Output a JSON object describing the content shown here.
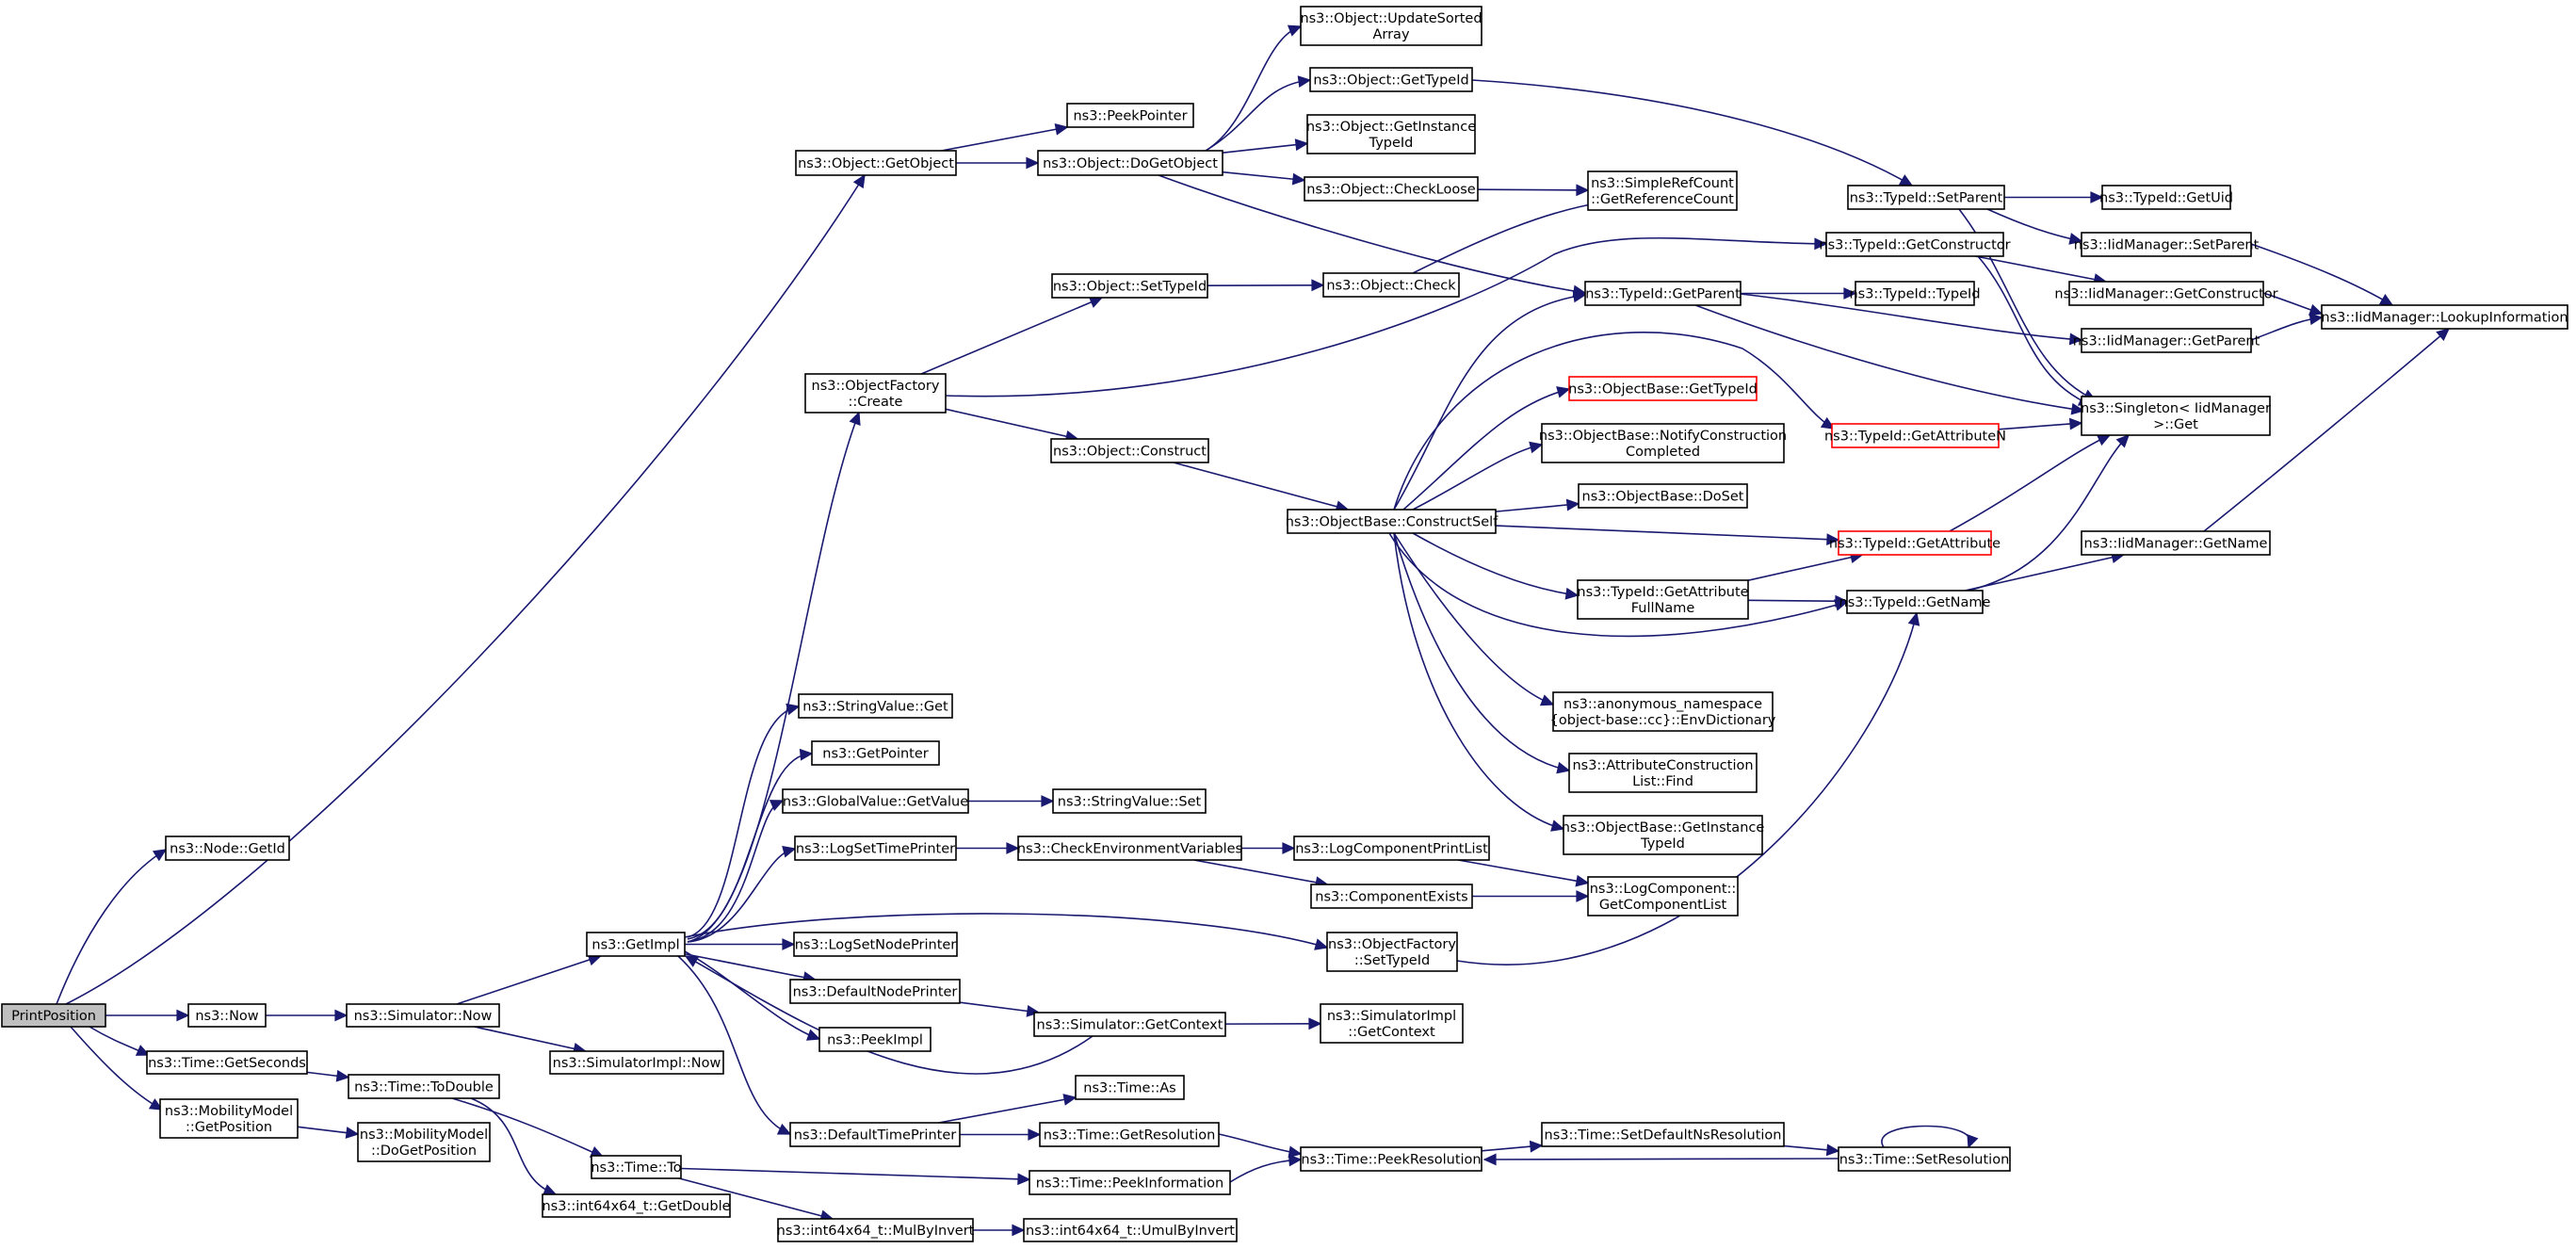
{
  "colors": {
    "edge": "#191970",
    "box_border": "#000000",
    "highlight_border": "#ff0000",
    "root_fill": "#bfbfbf"
  },
  "nodes": [
    {
      "id": "print_position",
      "lines": [
        "PrintPosition"
      ],
      "root": true
    },
    {
      "id": "node_getid",
      "lines": [
        "ns3::Node::GetId"
      ]
    },
    {
      "id": "now",
      "lines": [
        "ns3::Now"
      ]
    },
    {
      "id": "time_getseconds",
      "lines": [
        "ns3::Time::GetSeconds"
      ]
    },
    {
      "id": "mm_getposition",
      "lines": [
        "ns3::MobilityModel",
        "::GetPosition"
      ]
    },
    {
      "id": "simulator_now",
      "lines": [
        "ns3::Simulator::Now"
      ]
    },
    {
      "id": "time_todouble",
      "lines": [
        "ns3::Time::ToDouble"
      ]
    },
    {
      "id": "mm_dogetposition",
      "lines": [
        "ns3::MobilityModel",
        "::DoGetPosition"
      ]
    },
    {
      "id": "getimpl",
      "lines": [
        "ns3::GetImpl"
      ]
    },
    {
      "id": "simimpl_now",
      "lines": [
        "ns3::SimulatorImpl::Now"
      ]
    },
    {
      "id": "time_to",
      "lines": [
        "ns3::Time::To"
      ]
    },
    {
      "id": "int64_getdouble",
      "lines": [
        "ns3::int64x64_t::GetDouble"
      ]
    },
    {
      "id": "object_getobject",
      "lines": [
        "ns3::Object::GetObject"
      ]
    },
    {
      "id": "objectfactory_create",
      "lines": [
        "ns3::ObjectFactory",
        "::Create"
      ]
    },
    {
      "id": "stringvalue_get",
      "lines": [
        "ns3::StringValue::Get"
      ]
    },
    {
      "id": "getpointer",
      "lines": [
        "ns3::GetPointer"
      ]
    },
    {
      "id": "globalvalue_getvalue",
      "lines": [
        "ns3::GlobalValue::GetValue"
      ]
    },
    {
      "id": "logsettimeprinter",
      "lines": [
        "ns3::LogSetTimePrinter"
      ]
    },
    {
      "id": "logsetnodeprinter",
      "lines": [
        "ns3::LogSetNodePrinter"
      ]
    },
    {
      "id": "defaultnodeprinter",
      "lines": [
        "ns3::DefaultNodePrinter"
      ]
    },
    {
      "id": "peekimpl",
      "lines": [
        "ns3::PeekImpl"
      ]
    },
    {
      "id": "defaulttimeprinter",
      "lines": [
        "ns3::DefaultTimePrinter"
      ]
    },
    {
      "id": "int64_mulbyinvert",
      "lines": [
        "ns3::int64x64_t::MulByInvert"
      ]
    },
    {
      "id": "peekpointer",
      "lines": [
        "ns3::PeekPointer"
      ]
    },
    {
      "id": "object_dogetobject",
      "lines": [
        "ns3::Object::DoGetObject"
      ]
    },
    {
      "id": "object_settypeid",
      "lines": [
        "ns3::Object::SetTypeId"
      ]
    },
    {
      "id": "object_construct",
      "lines": [
        "ns3::Object::Construct"
      ]
    },
    {
      "id": "stringvalue_set",
      "lines": [
        "ns3::StringValue::Set"
      ]
    },
    {
      "id": "checkenvvars",
      "lines": [
        "ns3::CheckEnvironmentVariables"
      ]
    },
    {
      "id": "simulator_getcontext",
      "lines": [
        "ns3::Simulator::GetContext"
      ]
    },
    {
      "id": "time_as",
      "lines": [
        "ns3::Time::As"
      ]
    },
    {
      "id": "time_getresolution",
      "lines": [
        "ns3::Time::GetResolution"
      ]
    },
    {
      "id": "time_peekinformation",
      "lines": [
        "ns3::Time::PeekInformation"
      ]
    },
    {
      "id": "int64_umulbyinvert",
      "lines": [
        "ns3::int64x64_t::UmulByInvert"
      ]
    },
    {
      "id": "object_updatesortedarray",
      "lines": [
        "ns3::Object::UpdateSorted",
        "Array"
      ]
    },
    {
      "id": "object_gettypeid",
      "lines": [
        "ns3::Object::GetTypeId"
      ]
    },
    {
      "id": "object_getinstancetypeid",
      "lines": [
        "ns3::Object::GetInstance",
        "TypeId"
      ]
    },
    {
      "id": "object_checkloose",
      "lines": [
        "ns3::Object::CheckLoose"
      ]
    },
    {
      "id": "object_check",
      "lines": [
        "ns3::Object::Check"
      ]
    },
    {
      "id": "objectbase_constructself",
      "lines": [
        "ns3::ObjectBase::ConstructSelf"
      ]
    },
    {
      "id": "logcomponentprintlist",
      "lines": [
        "ns3::LogComponentPrintList"
      ]
    },
    {
      "id": "componentexists",
      "lines": [
        "ns3::ComponentExists"
      ]
    },
    {
      "id": "objectfactory_settypeid",
      "lines": [
        "ns3::ObjectFactory",
        "::SetTypeId"
      ]
    },
    {
      "id": "simulatorimpl_getcontext",
      "lines": [
        "ns3::SimulatorImpl",
        "::GetContext"
      ]
    },
    {
      "id": "time_peekresolution",
      "lines": [
        "ns3::Time::PeekResolution"
      ]
    },
    {
      "id": "simplerefcount_getrefcount",
      "lines": [
        "ns3::SimpleRefCount",
        "::GetReferenceCount"
      ]
    },
    {
      "id": "typeid_getparent",
      "lines": [
        "ns3::TypeId::GetParent"
      ]
    },
    {
      "id": "objectbase_gettypeid",
      "lines": [
        "ns3::ObjectBase::GetTypeId"
      ],
      "red": true
    },
    {
      "id": "objectbase_notifyconstructioncompleted",
      "lines": [
        "ns3::ObjectBase::NotifyConstruction",
        "Completed"
      ]
    },
    {
      "id": "objectbase_doset",
      "lines": [
        "ns3::ObjectBase::DoSet"
      ]
    },
    {
      "id": "typeid_getattributefullname",
      "lines": [
        "ns3::TypeId::GetAttribute",
        "FullName"
      ]
    },
    {
      "id": "anon_envdictionary",
      "lines": [
        "ns3::anonymous_namespace",
        "{object-base::cc}::EnvDictionary"
      ]
    },
    {
      "id": "attributeconstructionlist_find",
      "lines": [
        "ns3::AttributeConstruction",
        "List::Find"
      ]
    },
    {
      "id": "objectbase_getinstancetypeid",
      "lines": [
        "ns3::ObjectBase::GetInstance",
        "TypeId"
      ]
    },
    {
      "id": "logcomponent_getcomponentlist",
      "lines": [
        "ns3::LogComponent::",
        "GetComponentList"
      ]
    },
    {
      "id": "time_setdefaultnsresolution",
      "lines": [
        "ns3::Time::SetDefaultNsResolution"
      ]
    },
    {
      "id": "typeid_getconstructor",
      "lines": [
        "ns3::TypeId::GetConstructor"
      ]
    },
    {
      "id": "typeid_typeid",
      "lines": [
        "ns3::TypeId::TypeId"
      ]
    },
    {
      "id": "typeid_getattributen",
      "lines": [
        "ns3::TypeId::GetAttributeN"
      ],
      "red": true
    },
    {
      "id": "typeid_getattribute",
      "lines": [
        "ns3::TypeId::GetAttribute"
      ],
      "red": true
    },
    {
      "id": "typeid_getname",
      "lines": [
        "ns3::TypeId::GetName"
      ]
    },
    {
      "id": "time_setresolution",
      "lines": [
        "ns3::Time::SetResolution"
      ]
    },
    {
      "id": "typeid_setparent",
      "lines": [
        "ns3::TypeId::SetParent"
      ]
    },
    {
      "id": "typeid_getuid",
      "lines": [
        "ns3::TypeId::GetUid"
      ]
    },
    {
      "id": "iidmanager_setparent",
      "lines": [
        "ns3::IidManager::SetParent"
      ]
    },
    {
      "id": "iidmanager_getconstructor",
      "lines": [
        "ns3::IidManager::GetConstructor"
      ]
    },
    {
      "id": "iidmanager_getparent",
      "lines": [
        "ns3::IidManager::GetParent"
      ]
    },
    {
      "id": "singleton_get",
      "lines": [
        "ns3::Singleton< IidManager",
        ">::Get"
      ]
    },
    {
      "id": "iidmanager_getname",
      "lines": [
        "ns3::IidManager::GetName"
      ]
    },
    {
      "id": "iidmanager_lookupinformation",
      "lines": [
        "ns3::IidManager::LookupInformation"
      ]
    }
  ],
  "edges": [
    [
      "print_position",
      "node_getid"
    ],
    [
      "print_position",
      "object_getobject"
    ],
    [
      "print_position",
      "now"
    ],
    [
      "print_position",
      "time_getseconds"
    ],
    [
      "print_position",
      "mm_getposition"
    ],
    [
      "now",
      "simulator_now"
    ],
    [
      "time_getseconds",
      "time_todouble"
    ],
    [
      "mm_getposition",
      "mm_dogetposition"
    ],
    [
      "simulator_now",
      "getimpl"
    ],
    [
      "simulator_now",
      "simimpl_now"
    ],
    [
      "time_todouble",
      "time_to"
    ],
    [
      "time_todouble",
      "int64_getdouble"
    ],
    [
      "time_to",
      "time_peekinformation"
    ],
    [
      "time_to",
      "int64_mulbyinvert"
    ],
    [
      "int64_mulbyinvert",
      "int64_umulbyinvert"
    ],
    [
      "getimpl",
      "objectfactory_create"
    ],
    [
      "getimpl",
      "stringvalue_get"
    ],
    [
      "getimpl",
      "getpointer"
    ],
    [
      "getimpl",
      "globalvalue_getvalue"
    ],
    [
      "getimpl",
      "logsettimeprinter"
    ],
    [
      "getimpl",
      "logsetnodeprinter"
    ],
    [
      "getimpl",
      "defaultnodeprinter"
    ],
    [
      "getimpl",
      "peekimpl"
    ],
    [
      "getimpl",
      "defaulttimeprinter"
    ],
    [
      "getimpl",
      "objectfactory_settypeid"
    ],
    [
      "object_getobject",
      "peekpointer"
    ],
    [
      "object_getobject",
      "object_dogetobject"
    ],
    [
      "objectfactory_create",
      "object_settypeid"
    ],
    [
      "objectfactory_create",
      "object_construct"
    ],
    [
      "objectfactory_create",
      "typeid_getconstructor"
    ],
    [
      "globalvalue_getvalue",
      "stringvalue_set"
    ],
    [
      "logsettimeprinter",
      "checkenvvars"
    ],
    [
      "defaultnodeprinter",
      "simulator_getcontext"
    ],
    [
      "simulator_getcontext",
      "getimpl"
    ],
    [
      "simulator_getcontext",
      "simulatorimpl_getcontext"
    ],
    [
      "defaulttimeprinter",
      "time_as"
    ],
    [
      "defaulttimeprinter",
      "time_getresolution"
    ],
    [
      "time_getresolution",
      "time_peekresolution"
    ],
    [
      "time_peekinformation",
      "time_peekresolution"
    ],
    [
      "object_dogetobject",
      "object_updatesortedarray"
    ],
    [
      "object_dogetobject",
      "object_gettypeid"
    ],
    [
      "object_dogetobject",
      "object_getinstancetypeid"
    ],
    [
      "object_dogetobject",
      "object_checkloose"
    ],
    [
      "object_dogetobject",
      "typeid_getparent"
    ],
    [
      "object_settypeid",
      "object_check"
    ],
    [
      "object_construct",
      "objectbase_constructself"
    ],
    [
      "checkenvvars",
      "logcomponentprintlist"
    ],
    [
      "checkenvvars",
      "componentexists"
    ],
    [
      "object_checkloose",
      "simplerefcount_getrefcount"
    ],
    [
      "object_check",
      "simplerefcount_getrefcount"
    ],
    [
      "object_gettypeid",
      "typeid_setparent"
    ],
    [
      "objectbase_constructself",
      "typeid_getparent"
    ],
    [
      "objectbase_constructself",
      "objectbase_gettypeid"
    ],
    [
      "objectbase_constructself",
      "typeid_getattributen"
    ],
    [
      "objectbase_constructself",
      "objectbase_notifyconstructioncompleted"
    ],
    [
      "objectbase_constructself",
      "objectbase_doset"
    ],
    [
      "objectbase_constructself",
      "typeid_getattribute"
    ],
    [
      "objectbase_constructself",
      "typeid_getattributefullname"
    ],
    [
      "objectbase_constructself",
      "typeid_getname"
    ],
    [
      "objectbase_constructself",
      "anon_envdictionary"
    ],
    [
      "objectbase_constructself",
      "attributeconstructionlist_find"
    ],
    [
      "objectbase_constructself",
      "objectbase_getinstancetypeid"
    ],
    [
      "logcomponentprintlist",
      "logcomponent_getcomponentlist"
    ],
    [
      "componentexists",
      "logcomponent_getcomponentlist"
    ],
    [
      "objectfactory_settypeid",
      "typeid_getname"
    ],
    [
      "time_peekresolution",
      "time_setdefaultnsresolution"
    ],
    [
      "time_setdefaultnsresolution",
      "time_setresolution"
    ],
    [
      "time_setresolution",
      "time_peekresolution"
    ],
    [
      "time_setresolution",
      "time_setresolution"
    ],
    [
      "typeid_getparent",
      "typeid_typeid"
    ],
    [
      "typeid_getparent",
      "iidmanager_getparent"
    ],
    [
      "typeid_getparent",
      "singleton_get"
    ],
    [
      "typeid_getconstructor",
      "iidmanager_getconstructor"
    ],
    [
      "typeid_getconstructor",
      "singleton_get"
    ],
    [
      "typeid_getattributen",
      "singleton_get"
    ],
    [
      "typeid_getattribute",
      "singleton_get"
    ],
    [
      "typeid_getattributefullname",
      "typeid_getattribute"
    ],
    [
      "typeid_getattributefullname",
      "typeid_getname"
    ],
    [
      "typeid_getname",
      "singleton_get"
    ],
    [
      "typeid_getname",
      "iidmanager_getname"
    ],
    [
      "typeid_setparent",
      "typeid_getuid"
    ],
    [
      "typeid_setparent",
      "iidmanager_setparent"
    ],
    [
      "typeid_setparent",
      "singleton_get"
    ],
    [
      "iidmanager_setparent",
      "iidmanager_lookupinformation"
    ],
    [
      "iidmanager_getconstructor",
      "iidmanager_lookupinformation"
    ],
    [
      "iidmanager_getparent",
      "iidmanager_lookupinformation"
    ],
    [
      "iidmanager_getname",
      "iidmanager_lookupinformation"
    ]
  ]
}
